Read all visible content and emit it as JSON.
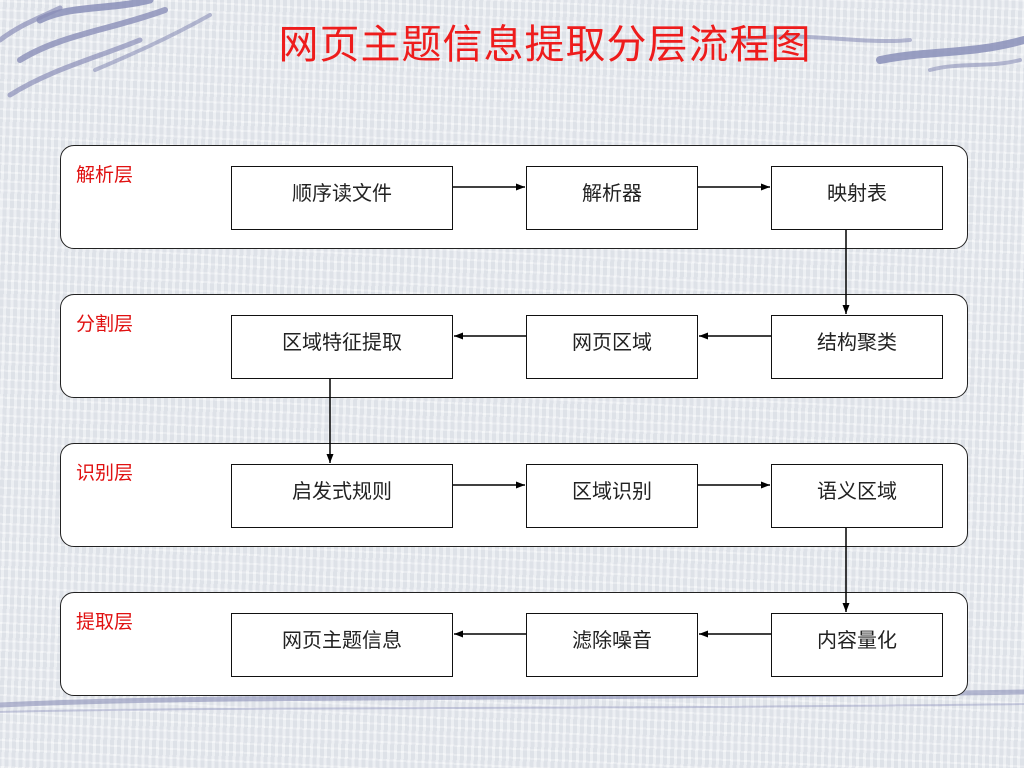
{
  "title": "网页主题信息提取分层流程图",
  "layers": [
    {
      "label": "解析层",
      "nodes": [
        "顺序读文件",
        "解析器",
        "映射表"
      ]
    },
    {
      "label": "分割层",
      "nodes": [
        "区域特征提取",
        "网页区域",
        "结构聚类"
      ]
    },
    {
      "label": "识别层",
      "nodes": [
        "启发式规则",
        "区域识别",
        "语义区域"
      ]
    },
    {
      "label": "提取层",
      "nodes": [
        "网页主题信息",
        "滤除噪音",
        "内容量化"
      ]
    }
  ],
  "flow": [
    {
      "from": "顺序读文件",
      "to": "解析器"
    },
    {
      "from": "解析器",
      "to": "映射表"
    },
    {
      "from": "映射表",
      "to": "结构聚类"
    },
    {
      "from": "结构聚类",
      "to": "网页区域"
    },
    {
      "from": "网页区域",
      "to": "区域特征提取"
    },
    {
      "from": "区域特征提取",
      "to": "启发式规则"
    },
    {
      "from": "启发式规则",
      "to": "区域识别"
    },
    {
      "from": "区域识别",
      "to": "语义区域"
    },
    {
      "from": "语义区域",
      "to": "内容量化"
    },
    {
      "from": "内容量化",
      "to": "滤除噪音"
    },
    {
      "from": "滤除噪音",
      "to": "网页主题信息"
    }
  ],
  "colors": {
    "title": "#ee1c1c",
    "label": "#e01010",
    "decoration": "#8a8fb8"
  }
}
